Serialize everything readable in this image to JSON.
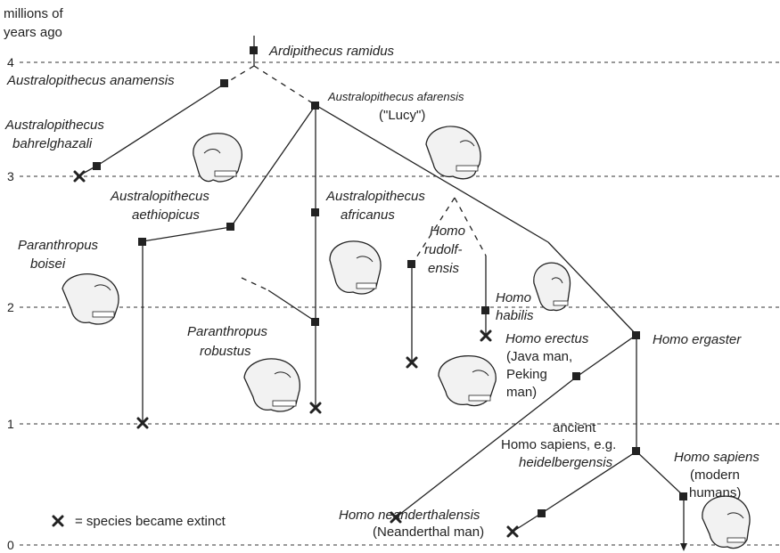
{
  "y_axis": {
    "label_line1": "millions of",
    "label_line2": "years ago",
    "ticks": [
      "4",
      "3",
      "2",
      "1",
      "0"
    ]
  },
  "species": {
    "ardipithecus": "Ardipithecus ramidus",
    "anamensis": "Australopithecus anamensis",
    "bahrelghazali_1": "Australopithecus",
    "bahrelghazali_2": "bahrelghazali",
    "afarensis_1": "Australopithecus afarensis",
    "afarensis_2": "(\"Lucy\")",
    "aethiopicus_1": "Australopithecus",
    "aethiopicus_2": "aethiopicus",
    "africanus_1": "Australopithecus",
    "africanus_2": "africanus",
    "boisei_1": "Paranthropus",
    "boisei_2": "boisei",
    "rudolfensis_1": "Homo",
    "rudolfensis_2": "rudolf-",
    "rudolfensis_3": "ensis",
    "habilis_1": "Homo",
    "habilis_2": "habilis",
    "robustus_1": "Paranthropus",
    "robustus_2": "robustus",
    "erectus_1": "Homo erectus",
    "erectus_2": "(Java man,",
    "erectus_3": "Peking",
    "erectus_4": "man)",
    "ergaster": "Homo ergaster",
    "ancient_1": "ancient",
    "ancient_2": "Homo sapiens, e.g.",
    "ancient_3": "heidelbergensis",
    "sapiens_1": "Homo sapiens",
    "sapiens_2": "(modern",
    "sapiens_3": "humans)",
    "neanderthal_1": "Homo neanderthalensis",
    "neanderthal_2": "(Neanderthal man)"
  },
  "legend": {
    "symbol": "✕",
    "text": "= species became extinct"
  }
}
